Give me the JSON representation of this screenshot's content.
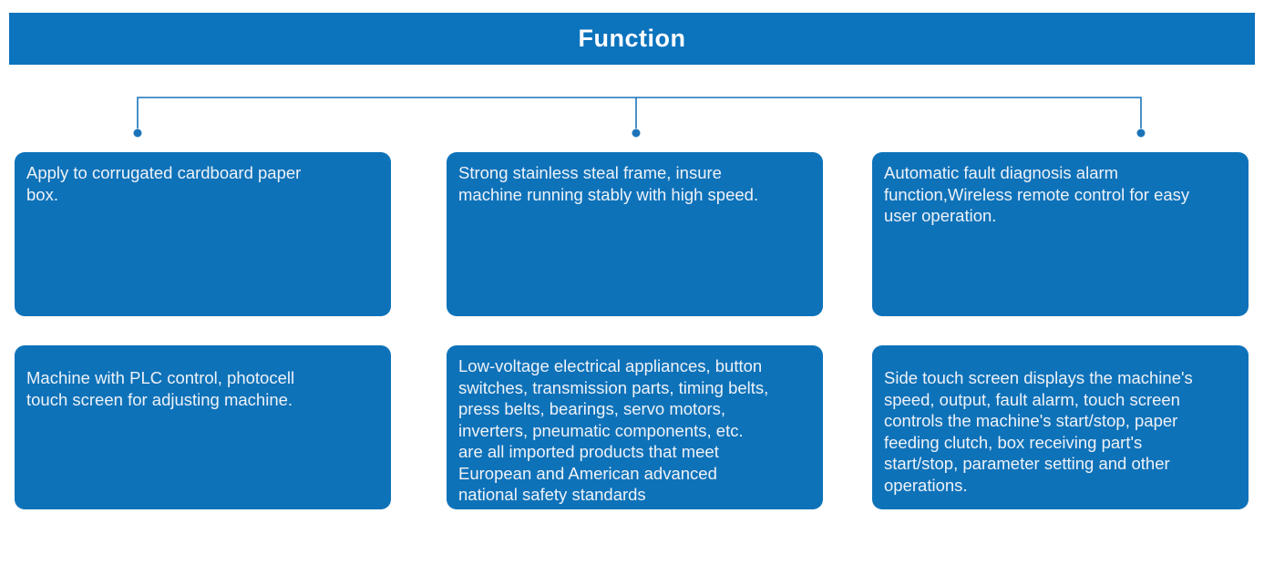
{
  "header": {
    "title": "Function"
  },
  "cards": [
    {
      "text": "Apply to corrugated cardboard paper\nbox."
    },
    {
      "text": "Strong stainless steal frame, insure\nmachine running stably with high speed."
    },
    {
      "text": "Automatic fault diagnosis alarm\nfunction,Wireless remote control for easy\nuser operation."
    },
    {
      "text": "Machine with PLC control, photocell\ntouch screen for adjusting machine."
    },
    {
      "text": "Low-voltage electrical appliances, button\nswitches, transmission parts, timing belts,\npress belts, bearings, servo motors,\ninverters, pneumatic components, etc.\nare all imported products that meet\nEuropean and American advanced\nnational safety standards"
    },
    {
      "text": "Side touch screen displays the machine's\nspeed, output, fault alarm, touch screen\ncontrols the machine's start/stop, paper\nfeeding clutch, box receiving part's\nstart/stop, parameter setting and other\noperations."
    }
  ],
  "colors": {
    "banner_bg": "#0c73bd",
    "banner_text": "#ffffff",
    "card_bg": "#0e72b9",
    "card_text": "#eef2f7",
    "connector": "#1b74ba",
    "page_bg": "#ffffff"
  }
}
